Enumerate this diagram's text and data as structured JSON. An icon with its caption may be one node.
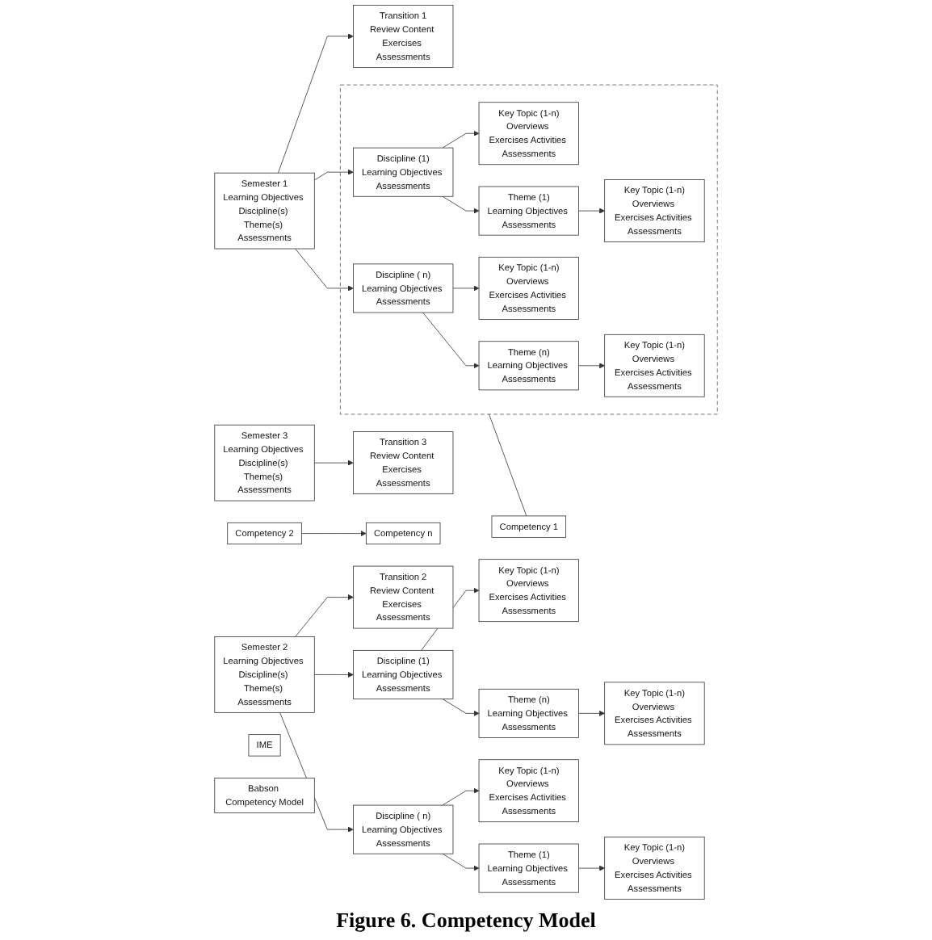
{
  "diagram": {
    "caption": "Figure 6. Competency Model",
    "nodes": [
      {
        "text": [
          "IME"
        ]
      },
      {
        "text": [
          "Semester 1",
          "Learning Objectives Discipline(s) Theme(s) Assessments"
        ]
      },
      {
        "text": [
          "Transition 1",
          "Review Content Exercises Assessments"
        ]
      },
      {
        "text": [
          "Semester 2",
          "Learning Objectives Discipline(s) Theme(s) Assessments"
        ]
      },
      {
        "text": [
          "Transition 2",
          "Review Content Exercises Assessments"
        ]
      },
      {
        "text": [
          "Semester 3",
          "Learning Objectives Discipline(s) Theme(s) Assessments"
        ]
      },
      {
        "text": [
          "Transition 3",
          "Review Content Exercises Assessments"
        ]
      },
      {
        "text": [],
        "shape": "box"
      },
      {
        "text": [
          "Discipline (1)",
          "Learning Objectives Assessments"
        ],
        "in": 7
      },
      {
        "text": [
          "Key Topic (1-n)",
          "Overviews Exercises Activities Assessments"
        ],
        "in": 7
      },
      {
        "text": [
          "Theme (1)",
          "Learning Objectives Assessments"
        ],
        "in": 7
      },
      {
        "text": [
          "Key Topic (1-n)",
          "Overviews Exercises Activities Assessments"
        ],
        "in": 7
      },
      {
        "text": [
          "Discipline ( n)",
          "Learning Objectives Assessments"
        ],
        "in": 7
      },
      {
        "text": [
          "Key Topic (1-n)",
          "Overviews Exercises Activities Assessments"
        ],
        "in": 7
      },
      {
        "text": [
          "Theme (n)",
          "Learning Objectives Assessments"
        ],
        "in": 7
      },
      {
        "text": [
          "Key Topic (1-n)",
          "Overviews Exercises Activities Assessments"
        ],
        "in": 7
      },
      {
        "text": [
          "Discipline (1)",
          "Learning Objectives Assessments"
        ]
      },
      {
        "text": [
          "Key Topic (1-n)",
          "Overviews Exercises Activities Assessments"
        ]
      },
      {
        "text": [
          "Discipline ( n)",
          "Learning Objectives Assessments"
        ]
      },
      {
        "text": [
          "Key Topic (1-n)",
          "Overviews Exercises Activities Assessments"
        ]
      },
      {
        "text": [
          "Theme (1)",
          "Learning Objectives Assessments"
        ]
      },
      {
        "text": [
          "Key Topic (1-n)",
          "Overviews Exercises Activities Assessments"
        ]
      },
      {
        "text": [
          "Theme (n)",
          "Learning Objectives Assessments"
        ]
      },
      {
        "text": [
          "Key Topic (1-n)",
          "Overviews Exercises Activities Assessments"
        ]
      },
      {
        "text": [
          "Competency 1"
        ]
      },
      {
        "text": [
          "Competency 2"
        ]
      },
      {
        "text": [
          "Competency n"
        ]
      },
      {
        "text": [
          "Babson Competency Model"
        ]
      }
    ],
    "edges": [
      {
        "from": 1,
        "to": 2,
        "arrow": "to"
      },
      {
        "from": 3,
        "to": 4,
        "arrow": "to"
      },
      {
        "from": 5,
        "to": 6,
        "arrow": "to"
      },
      {
        "from": 1,
        "to": 8,
        "arrow": "to"
      },
      {
        "from": 1,
        "to": 12,
        "arrow": "to"
      },
      {
        "from": 8,
        "to": 9,
        "arrow": "to"
      },
      {
        "from": 8,
        "to": 10,
        "arrow": "to"
      },
      {
        "from": 10,
        "to": 11,
        "arrow": "to"
      },
      {
        "from": 12,
        "to": 13,
        "arrow": "to"
      },
      {
        "from": 12,
        "to": 14,
        "arrow": "to"
      },
      {
        "from": 14,
        "to": 15,
        "arrow": "to"
      },
      {
        "from": 3,
        "to": 16,
        "arrow": "to"
      },
      {
        "from": 3,
        "to": 18,
        "arrow": "to"
      },
      {
        "from": 16,
        "to": 17,
        "arrow": "to"
      },
      {
        "from": 18,
        "to": 19,
        "arrow": "to"
      },
      {
        "from": 16,
        "to": 22,
        "arrow": "to"
      },
      {
        "from": 18,
        "to": 20,
        "arrow": "to"
      },
      {
        "from": 20,
        "to": 21,
        "arrow": "to"
      },
      {
        "from": 22,
        "to": 23,
        "arrow": "to"
      },
      {
        "from": 7,
        "to": 24,
        "arrow": "none"
      },
      {
        "from": 25,
        "to": 26,
        "arrow": "to"
      }
    ]
  }
}
